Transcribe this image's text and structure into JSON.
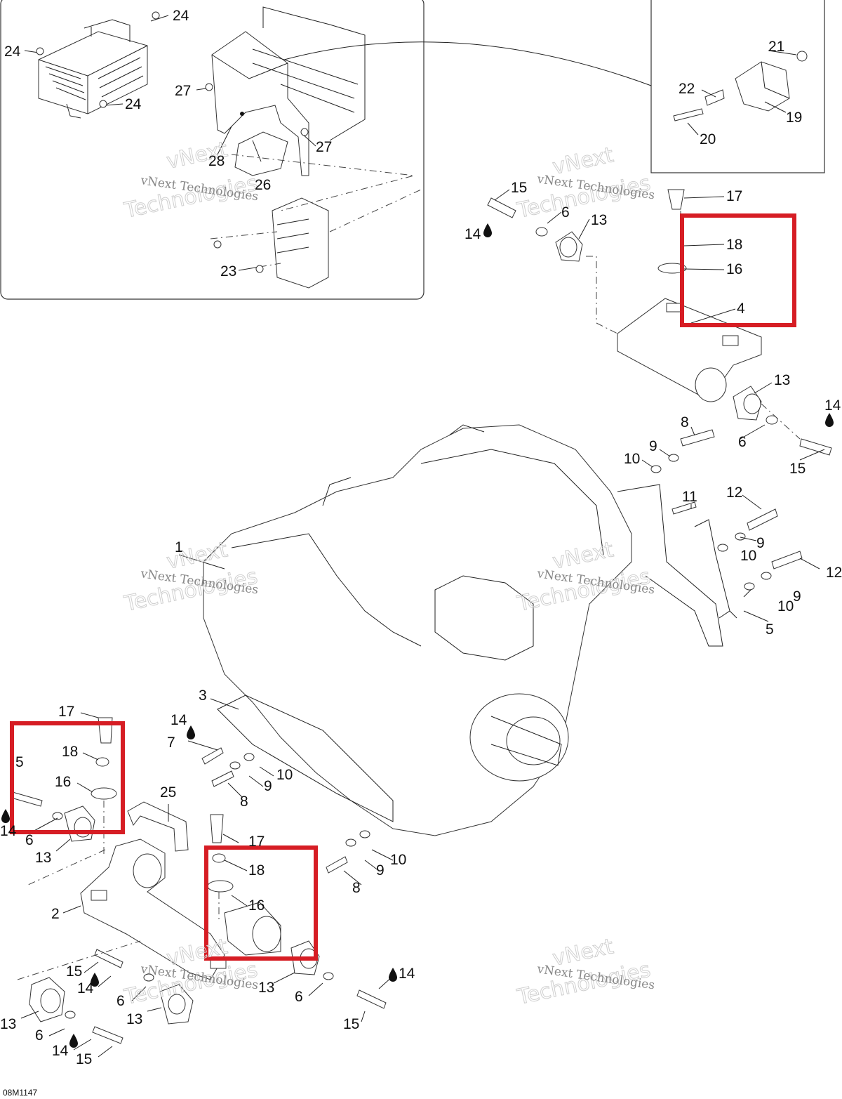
{
  "diagram": {
    "code": "08M1147",
    "accent_color": "#d61d24",
    "watermark_text": "vNext Technologies",
    "watermark_word": "vNext",
    "watermark_word2": "Technologies",
    "callouts": {
      "c24a": "24",
      "c24b": "24",
      "c24c": "24",
      "c27a": "27",
      "c27b": "27",
      "c28": "28",
      "c26": "26",
      "c23": "23",
      "c21": "21",
      "c22": "22",
      "c19": "19",
      "c20": "20",
      "c15a": "15",
      "c14a": "14",
      "c6a": "6",
      "c13a": "13",
      "c17a": "17",
      "c18a": "18",
      "c16a": "16",
      "c4": "4",
      "c13b": "13",
      "c14b": "14",
      "c6b": "6",
      "c15b": "15",
      "c8a": "8",
      "c9a": "9",
      "c10a": "10",
      "c11": "11",
      "c12a": "12",
      "c9b": "9",
      "c10b": "10",
      "c12b": "12",
      "c9c": "9",
      "c10c": "10",
      "c5a": "5",
      "c1": "1",
      "c3": "3",
      "c14c": "14",
      "c7": "7",
      "c10d": "10",
      "c9d": "9",
      "c8b": "8",
      "c17b": "17",
      "c18b": "18",
      "c16b": "16",
      "c5b": "5",
      "c14d": "14",
      "c6c": "6",
      "c13c": "13",
      "c25": "25",
      "c17c": "17",
      "c18c": "18",
      "c16c": "16",
      "c10e": "10",
      "c9e": "9",
      "c8c": "8",
      "c2": "2",
      "c15c": "15",
      "c14e": "14",
      "c6d": "6",
      "c13d": "13",
      "c13e": "13",
      "c6e": "6",
      "c14f": "14",
      "c15d": "15",
      "c13f": "13",
      "c6f": "6",
      "c14g": "14",
      "c15e": "15"
    }
  }
}
